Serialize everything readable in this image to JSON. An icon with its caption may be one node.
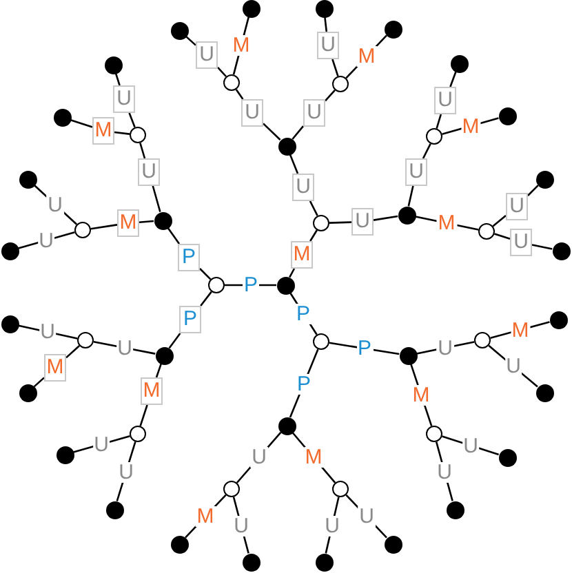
{
  "diagram": {
    "nodes": [
      {
        "text": [],
        "shape": "dot"
      },
      {
        "text": [],
        "shape": "circle"
      },
      {
        "text": [],
        "shape": "circle"
      },
      {
        "text": [],
        "shape": "circle"
      },
      {
        "text": [
          "M"
        ]
      },
      {
        "text": [
          "U"
        ]
      },
      {
        "text": [],
        "shape": "dot"
      },
      {
        "text": [
          "U"
        ]
      },
      {
        "text": [],
        "shape": "dot"
      },
      {
        "text": [
          "U"
        ]
      },
      {
        "text": [],
        "shape": "circle"
      },
      {
        "text": [
          "U"
        ]
      },
      {
        "text": [],
        "shape": "dot"
      },
      {
        "text": [],
        "shape": "dot"
      },
      {
        "text": [
          "U"
        ]
      },
      {
        "text": [],
        "shape": "circle"
      },
      {
        "text": [
          "U"
        ]
      },
      {
        "text": [],
        "shape": "dot"
      },
      {
        "text": [],
        "shape": "dot"
      },
      {
        "text": [
          "U"
        ]
      },
      {
        "text": [],
        "shape": "circle"
      },
      {
        "text": [
          "U"
        ]
      },
      {
        "text": [],
        "shape": "dot"
      },
      {
        "text": [],
        "shape": "dot"
      },
      {
        "text": [],
        "shape": "circle"
      },
      {
        "text": [
          "U"
        ]
      },
      {
        "text": [],
        "shape": "dot"
      },
      {
        "text": [
          "U"
        ]
      },
      {
        "text": [],
        "shape": "dot"
      },
      {
        "text": [
          "P"
        ]
      },
      {
        "text": [],
        "shape": "dot"
      },
      {
        "text": [
          "P"
        ]
      },
      {
        "text": [],
        "shape": "dot"
      },
      {
        "text": [
          "U"
        ]
      },
      {
        "text": [],
        "shape": "circle"
      },
      {
        "text": [
          "U"
        ]
      },
      {
        "text": [],
        "shape": "dot"
      },
      {
        "text": [
          "M"
        ]
      },
      {
        "text": [],
        "shape": "dot"
      },
      {
        "text": [
          "M"
        ]
      },
      {
        "text": [],
        "shape": "circle"
      },
      {
        "text": [],
        "shape": "dot"
      },
      {
        "text": [],
        "shape": "dot"
      },
      {
        "text": [],
        "shape": "circle"
      },
      {
        "text": [],
        "shape": "dot"
      },
      {
        "text": [
          "M"
        ]
      },
      {
        "text": [],
        "shape": "dot"
      },
      {
        "text": [
          "M"
        ]
      },
      {
        "text": [],
        "shape": "circle"
      },
      {
        "text": [],
        "shape": "dot"
      },
      {
        "text": [],
        "shape": "dot"
      },
      {
        "text": [],
        "shape": "dot"
      },
      {
        "text": [],
        "shape": "dot"
      },
      {
        "text": [],
        "shape": "circle"
      },
      {
        "text": [],
        "shape": "dot"
      },
      {
        "text": [],
        "shape": "dot"
      },
      {
        "text": [],
        "shape": "circle"
      },
      {
        "text": [],
        "shape": "dot"
      },
      {
        "text": [],
        "shape": "dot"
      },
      {
        "text": [],
        "shape": "circle"
      },
      {
        "text": [],
        "shape": "dot"
      },
      {
        "text": [],
        "shape": "dot"
      },
      {
        "text": [],
        "shape": "circle"
      },
      {
        "text": [],
        "shape": "dot"
      },
      {
        "text": [],
        "shape": "dot"
      }
    ],
    "edges": [
      {
        "from": 0,
        "to": 1,
        "arrow": "none",
        "label": "P"
      },
      {
        "from": 0,
        "to": 2,
        "arrow": "none",
        "label": "P"
      },
      {
        "from": 0,
        "to": 4,
        "arrow": "none"
      },
      {
        "from": 4,
        "to": 3,
        "arrow": "none"
      },
      {
        "from": 3,
        "to": 5,
        "arrow": "none"
      },
      {
        "from": 5,
        "to": 6,
        "arrow": "none"
      },
      {
        "from": 3,
        "to": 7,
        "arrow": "none"
      },
      {
        "from": 7,
        "to": 8,
        "arrow": "none"
      },
      {
        "from": 6,
        "to": 9,
        "arrow": "none"
      },
      {
        "from": 9,
        "to": 10,
        "arrow": "none"
      },
      {
        "from": 10,
        "to": 11,
        "arrow": "none"
      },
      {
        "from": 11,
        "to": 12,
        "arrow": "none"
      },
      {
        "from": 10,
        "to": 13,
        "arrow": "none",
        "label": "M"
      },
      {
        "from": 6,
        "to": 14,
        "arrow": "none"
      },
      {
        "from": 14,
        "to": 15,
        "arrow": "none"
      },
      {
        "from": 15,
        "to": 16,
        "arrow": "none"
      },
      {
        "from": 16,
        "to": 17,
        "arrow": "none"
      },
      {
        "from": 15,
        "to": 18,
        "arrow": "none",
        "label": "M"
      },
      {
        "from": 8,
        "to": 19,
        "arrow": "none"
      },
      {
        "from": 19,
        "to": 20,
        "arrow": "none"
      },
      {
        "from": 20,
        "to": 21,
        "arrow": "none"
      },
      {
        "from": 21,
        "to": 22,
        "arrow": "none"
      },
      {
        "from": 20,
        "to": 23,
        "arrow": "none",
        "label": "M"
      },
      {
        "from": 8,
        "to": 24,
        "arrow": "none",
        "label": "M"
      },
      {
        "from": 24,
        "to": 25,
        "arrow": "none"
      },
      {
        "from": 25,
        "to": 26,
        "arrow": "none"
      },
      {
        "from": 24,
        "to": 27,
        "arrow": "none"
      },
      {
        "from": 27,
        "to": 28,
        "arrow": "none"
      },
      {
        "from": 1,
        "to": 29,
        "arrow": "none"
      },
      {
        "from": 29,
        "to": 30,
        "arrow": "none"
      },
      {
        "from": 1,
        "to": 31,
        "arrow": "none"
      },
      {
        "from": 31,
        "to": 32,
        "arrow": "none"
      },
      {
        "from": 30,
        "to": 33,
        "arrow": "none"
      },
      {
        "from": 33,
        "to": 34,
        "arrow": "none"
      },
      {
        "from": 34,
        "to": 35,
        "arrow": "none"
      },
      {
        "from": 35,
        "to": 36,
        "arrow": "none"
      },
      {
        "from": 34,
        "to": 37,
        "arrow": "none"
      },
      {
        "from": 37,
        "to": 38,
        "arrow": "none"
      },
      {
        "from": 30,
        "to": 39,
        "arrow": "none"
      },
      {
        "from": 39,
        "to": 40,
        "arrow": "none"
      },
      {
        "from": 40,
        "to": 41,
        "arrow": "none",
        "label": "U"
      },
      {
        "from": 40,
        "to": 42,
        "arrow": "none",
        "label": "U"
      },
      {
        "from": 32,
        "to": 43,
        "arrow": "none",
        "label": "U"
      },
      {
        "from": 43,
        "to": 44,
        "arrow": "none",
        "label": "U"
      },
      {
        "from": 43,
        "to": 45,
        "arrow": "none"
      },
      {
        "from": 45,
        "to": 46,
        "arrow": "none"
      },
      {
        "from": 32,
        "to": 47,
        "arrow": "none"
      },
      {
        "from": 47,
        "to": 48,
        "arrow": "none"
      },
      {
        "from": 48,
        "to": 49,
        "arrow": "none",
        "label": "U"
      },
      {
        "from": 48,
        "to": 50,
        "arrow": "none",
        "label": "U"
      },
      {
        "from": 2,
        "to": 51,
        "arrow": "none",
        "label": "P"
      },
      {
        "from": 2,
        "to": 52,
        "arrow": "none",
        "label": "P"
      },
      {
        "from": 51,
        "to": 53,
        "arrow": "none",
        "label": "U"
      },
      {
        "from": 53,
        "to": 54,
        "arrow": "none",
        "label": "M"
      },
      {
        "from": 53,
        "to": 55,
        "arrow": "none",
        "label": "U"
      },
      {
        "from": 51,
        "to": 56,
        "arrow": "none",
        "label": "M"
      },
      {
        "from": 56,
        "to": 57,
        "arrow": "none",
        "label": "U"
      },
      {
        "from": 56,
        "to": 58,
        "arrow": "none",
        "label": "U"
      },
      {
        "from": 52,
        "to": 59,
        "arrow": "none",
        "label": "M"
      },
      {
        "from": 59,
        "to": 60,
        "arrow": "none",
        "label": "U"
      },
      {
        "from": 59,
        "to": 61,
        "arrow": "none",
        "label": "U"
      },
      {
        "from": 52,
        "to": 62,
        "arrow": "none",
        "label": "U"
      },
      {
        "from": 62,
        "to": 63,
        "arrow": "none",
        "label": "M"
      },
      {
        "from": 62,
        "to": 64,
        "arrow": "none",
        "label": "U"
      }
    ]
  }
}
